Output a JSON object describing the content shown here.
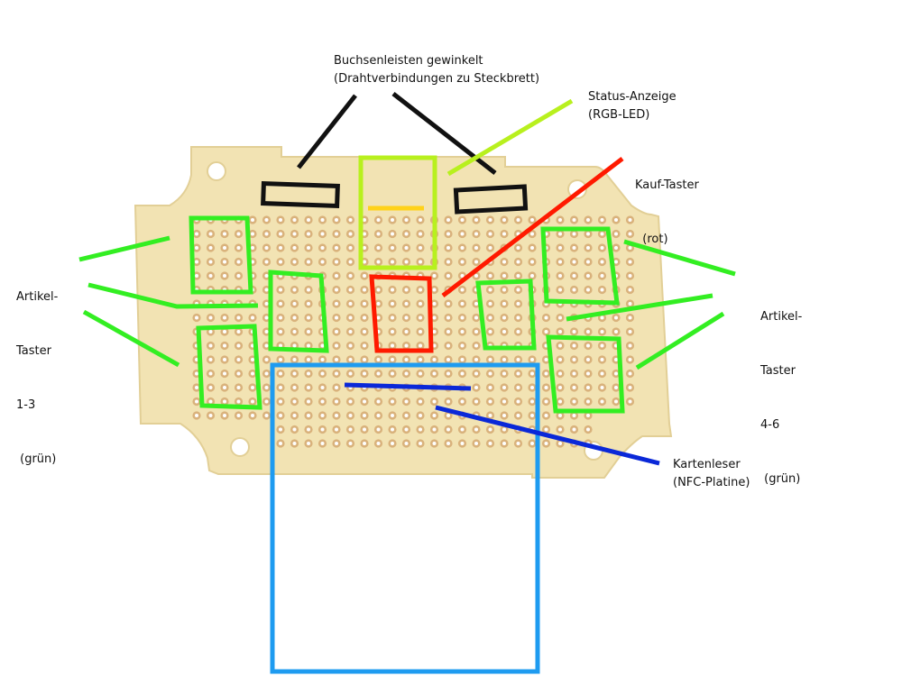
{
  "colors": {
    "board": "#f2e3b3",
    "board_edge": "#e2cf96",
    "pad": "#d9b27c",
    "hole": "#ffffff",
    "header": "#111111",
    "status": "#b8f01e",
    "status_led": "#ffd21a",
    "buy": "#ff1a00",
    "article": "#33ee22",
    "reader_box": "#1e9bf0",
    "reader_line": "#0a28d8"
  },
  "labels": {
    "headers": [
      "Buchsenleisten gewinkelt",
      "(Drahtverbindungen zu Steckbrett)"
    ],
    "status": [
      "Status-Anzeige",
      "(RGB-LED)"
    ],
    "buy": [
      "Kauf-Taster",
      "  (rot)"
    ],
    "article_left": [
      "Artikel-",
      "Taster",
      "1-3",
      " (grün)"
    ],
    "article_right": [
      "Artikel-",
      "Taster",
      "4-6",
      " (grün)"
    ],
    "reader": [
      "Kartenleser",
      "(NFC-Platine)"
    ]
  }
}
